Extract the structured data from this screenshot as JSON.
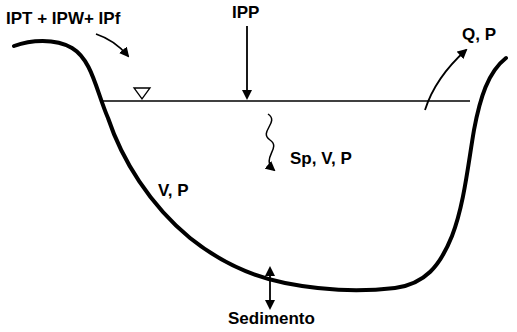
{
  "diagram": {
    "labels": [
      "IPT + IPW+ IPf",
      "IPP",
      "Q, P",
      "V, P",
      "Sp, V, P",
      "Sedimento"
    ]
  }
}
